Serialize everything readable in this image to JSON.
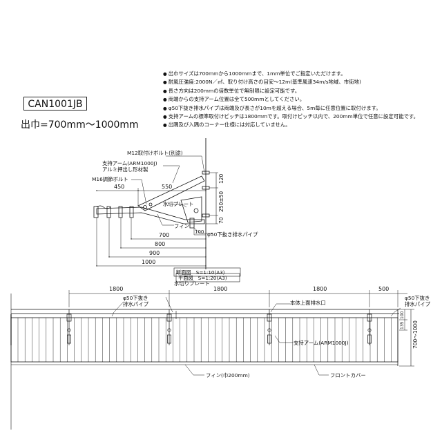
{
  "header": {
    "model": "CAN1001JB",
    "width_range": "出巾=700mm〜1000mm"
  },
  "notes": [
    "出巾サイズは700mmから1000mmまで、1mm単位でご指定いただけます。",
    "耐風圧強度:2000N／㎡、取り付け高さの目安〜12m(基準風速34m/s地域、市街地)",
    "長さ方向は200mmの倍数単位で無制限に設定可能です。",
    "両端からの支持アーム位置は全て500mmとしてください。",
    "φ50下抜き排水パイプは両端及び長さが10mを超える場合、5m毎に任意位置に取付けます。",
    "支持アームの標準取付けピッチは1800mmです。取付けピッチ以内で、200mm単位で任意に設定可能です。",
    "出隅及び入隅のコーナー仕様には対応していません。"
  ],
  "section": {
    "labels": {
      "bolt_m12": "M12取付けボルト(別途)",
      "arm": "支持アーム(ARM1000J)",
      "arm_material": "アルミ押出し形材製",
      "bolt_m16": "M16調節ボルト",
      "plate": "水切プレート",
      "fin": "フィン",
      "drain": "φ50下抜き排水パイプ"
    },
    "dims": {
      "d450": "450",
      "d550": "550",
      "d120": "120",
      "d250": "250±50",
      "d70": "70",
      "d100": "100",
      "d700": "700",
      "d800": "800",
      "d900": "900",
      "d1000": "1000"
    },
    "scale_title": "断面図　S=1:10(A3)"
  },
  "plan": {
    "scale_title": "平面図　S=1:20(A3)",
    "dims": {
      "pitch1": "1800",
      "pitch2": "1800",
      "pitch3": "1800",
      "end": "500",
      "d100": "100",
      "d135": "135",
      "depth": "700〜1000"
    },
    "labels": {
      "plate": "水切りプレート",
      "drain_left": "φ50下抜き",
      "drain_left2": "排水パイプ",
      "body_drain": "本体上面排水口",
      "drain_right": "φ50下抜き",
      "drain_right2": "排水パイプ",
      "arm": "支持アーム(ARM1000J)",
      "fin": "フィン(巾200mm)",
      "cover": "フロントカバー"
    }
  }
}
